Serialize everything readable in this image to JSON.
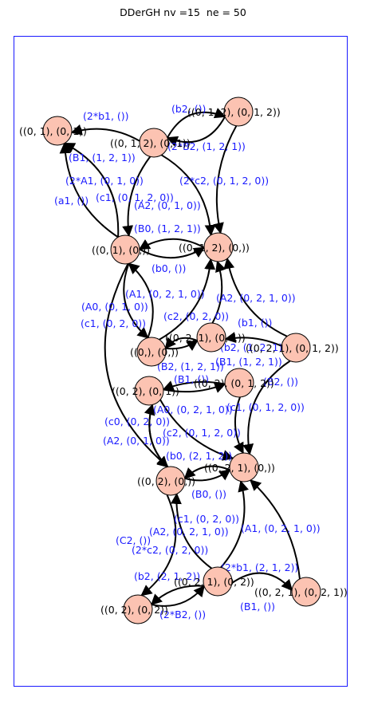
{
  "title": "DDerGH nv =15  ne = 50",
  "colors": {
    "node_fill": "#fcc3b2",
    "frame": "#1a1aff",
    "edge_label": "#1a1aff",
    "edge": "#000000"
  },
  "nodes": [
    {
      "id": "n01_01",
      "label": "((0, 1), (0, 1))"
    },
    {
      "id": "n0112_01",
      "label": "((0, 1, 2), (0, 1))"
    },
    {
      "id": "n012_012",
      "label": "((0, 1, 2), (0, 1, 2))"
    },
    {
      "id": "n01_0",
      "label": "((0, 1), (0,))"
    },
    {
      "id": "n012_0",
      "label": "((0, 1, 2), (0,))"
    },
    {
      "id": "n021_01",
      "label": "((0, 2, 1), (0, 1))"
    },
    {
      "id": "n0_0",
      "label": "((0,), (0,))"
    },
    {
      "id": "n021_012",
      "label": "((0, 2, 1), (0, 1, 2))"
    },
    {
      "id": "n02_012",
      "label": "((0, 2), (0, 1, 2))"
    },
    {
      "id": "n02_01",
      "label": "((0, 2), (0, 1))"
    },
    {
      "id": "n021_0",
      "label": "((0, 2, 1), (0,))"
    },
    {
      "id": "n02_0",
      "label": "((0, 2), (0,))"
    },
    {
      "id": "n021_02",
      "label": "((0, 2, 1), (0, 2))"
    },
    {
      "id": "n021_021",
      "label": "((0, 2, 1), (0, 2, 1))"
    },
    {
      "id": "n02_02",
      "label": "((0, 2), (0, 2))"
    }
  ],
  "edge_labels": [
    "(2*b1, ())",
    "(b2, ())",
    "(2*B2, (1, 2, 1))",
    "(B1, (1, 2, 1))",
    "(2*A1, (0, 1, 0))",
    "(c1, (0, 1, 2, 0))",
    "(a1, ())",
    "(A2, (0, 1, 0))",
    "(2*c2, (0, 1, 2, 0))",
    "(B0, (1, 2, 1))",
    "(b0, ())",
    "(A1, (0, 2, 1, 0))",
    "(A0, (0, 1, 0))",
    "(c2, (0, 2, 0))",
    "(c1, (0, 2, 0))",
    "(A2, (0, 2, 1, 0))",
    "(b1, ())",
    "(b2, (1, 2, 1))",
    "(B2, (1, 2, 1))",
    "(B1, (1, 2, 1))",
    "(B1, ())",
    "(B2, ())",
    "(c1, (0, 1, 2, 0))",
    "(A0, (0, 2, 1, 0))",
    "(c0, (0, 2, 0))",
    "(c2, (0, 1, 2, 0))",
    "(A2, (0, 1, 0))",
    "(b0, (2, 1, 2))",
    "(B0, ())",
    "(c1, (0, 2, 0))",
    "(A2, (0, 2, 1, 0))",
    "(A1, (0, 2, 1, 0))",
    "(C2, ())",
    "(2*c2, (0, 2, 0))",
    "(2*b1, (2, 1, 2))",
    "(b2, (2, 1, 2))",
    "(B1, ())",
    "(2*B2, ())"
  ]
}
